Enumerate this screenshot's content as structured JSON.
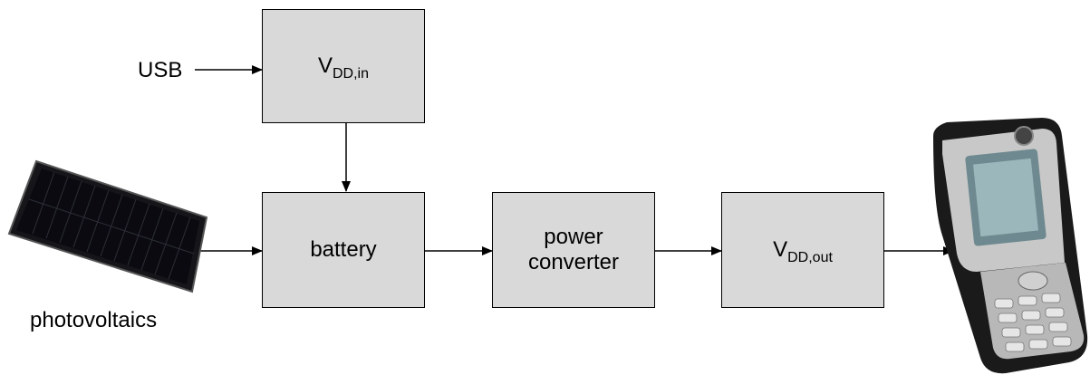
{
  "inputs": {
    "usb": "USB",
    "photovoltaics": "photovoltaics"
  },
  "blocks": {
    "vdd_in": {
      "main": "V",
      "sub": "DD,in"
    },
    "battery": "battery",
    "power_converter": {
      "line1": "power",
      "line2": "converter"
    },
    "vdd_out": {
      "main": "V",
      "sub": "DD,out"
    }
  },
  "images": {
    "solar_panel": "solar-panel-icon",
    "phone": "mobile-phone-icon"
  },
  "colors": {
    "box_fill": "#d9d9d9",
    "stroke": "#000000"
  }
}
